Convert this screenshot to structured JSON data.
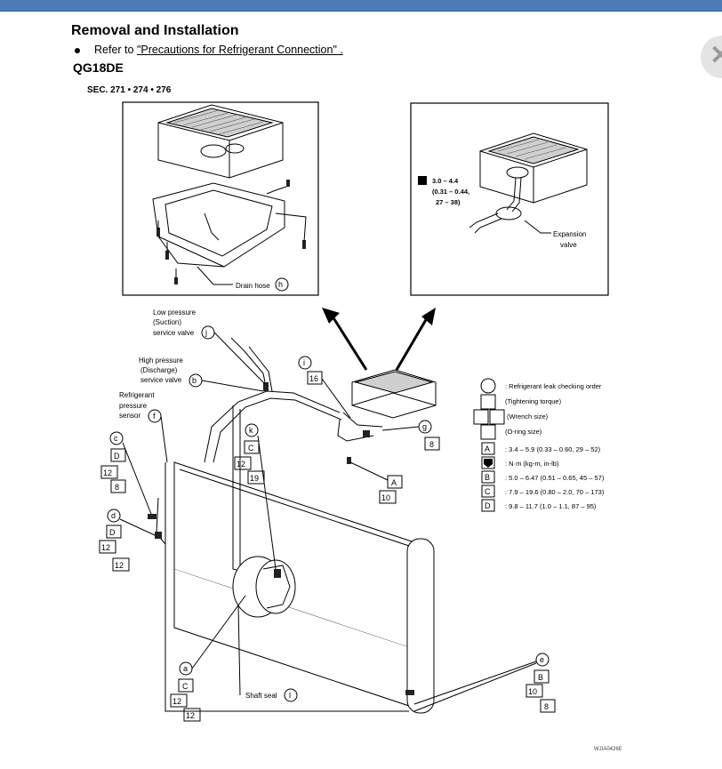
{
  "header": {
    "title": "Removal and Installation",
    "bullet_prefix": "Refer to ",
    "bullet_link": "\"Precautions for Refrigerant Connection\" .",
    "model": "QG18DE",
    "section": "SEC. 271 • 274 • 276",
    "close_icon": "close-icon"
  },
  "diagram": {
    "left_inset": {
      "callout": "Drain hose",
      "callout_letter": "h"
    },
    "right_inset": {
      "torque_line1": "3.0 – 4.4",
      "torque_line2": "(0.31 – 0.44,",
      "torque_line3": "27 – 38)",
      "expansion_line1": "Expansion",
      "expansion_line2": "valve"
    },
    "callouts": {
      "low_pressure_1": "Low pressure",
      "low_pressure_2": "(Suction)",
      "low_pressure_3": "service valve",
      "low_pressure_letter": "j",
      "high_pressure_1": "High pressure",
      "high_pressure_2": "(Discharge)",
      "high_pressure_3": "service valve",
      "high_pressure_letter": "b",
      "sensor_1": "Refrigerant",
      "sensor_2": "pressure",
      "sensor_3": "sensor",
      "sensor_letter": "f",
      "shaft_seal": "Shaft seal",
      "shaft_seal_letter": "l",
      "letter_i": "i",
      "num_16": "16",
      "letter_g": "g",
      "num_8_g": "8",
      "letter_k": "k",
      "k_C": "C",
      "k_12": "12",
      "k_19": "19",
      "letter_c": "c",
      "c_D": "D",
      "c_12": "12",
      "c_8": "8",
      "letter_d": "d",
      "d_D": "D",
      "d_12a": "12",
      "d_12b": "12",
      "bolt_A": "A",
      "bolt_10": "10",
      "letter_a": "a",
      "a_C": "C",
      "a_12a": "12",
      "a_12b": "12",
      "letter_e": "e",
      "e_B": "B",
      "e_10": "10",
      "e_8": "8"
    },
    "legend": [
      {
        "symbol": "",
        "text": ": Refrigerant leak checking order"
      },
      {
        "symbol": "",
        "text": "(Tightening torque)"
      },
      {
        "symbol": "",
        "text": "(Wrench size)"
      },
      {
        "symbol": "",
        "text": "(O-ring size)"
      },
      {
        "symbol": "A",
        "text": ": 3.4 – 5.9 (0.33 – 0.60, 29 – 52)"
      },
      {
        "symbol": "",
        "text": ": N·m (kg-m, in-lb)"
      },
      {
        "symbol": "B",
        "text": ": 5.0 – 6.47 (0.51 – 0.65, 45 – 57)"
      },
      {
        "symbol": "C",
        "text": ": 7.9 – 19.6 (0.80 – 2.0, 70 – 173)"
      },
      {
        "symbol": "D",
        "text": ": 9.8 – 11.7 (1.0 – 1.1, 87 – 95)"
      }
    ],
    "watermark": "WJIA0426E"
  }
}
